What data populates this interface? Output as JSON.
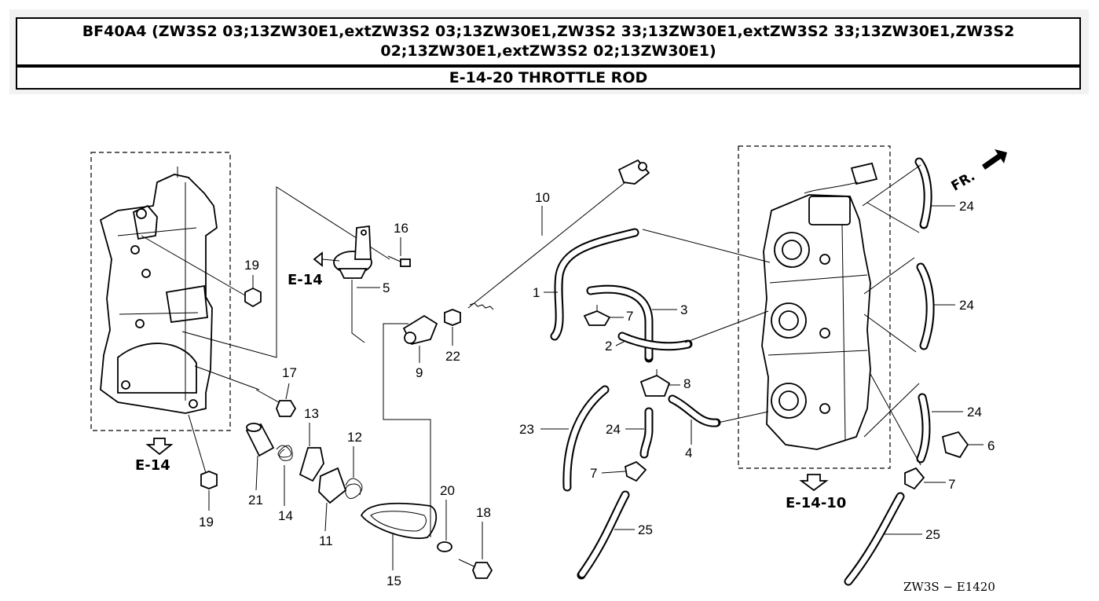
{
  "header": {
    "model_line": "BF40A4 (ZW3S2 03;13ZW30E1,extZW3S2 03;13ZW30E1,ZW3S2 33;13ZW30E1,extZW3S2 33;13ZW30E1,ZW3S2 02;13ZW30E1,extZW3S2 02;13ZW30E1)",
    "section_title": "E-14-20 THROTTLE ROD"
  },
  "diagram": {
    "refs": {
      "e14_upper": "E-14",
      "e14_lower": "E-14",
      "e1410": "E-14-10"
    },
    "front_marker": "FR.",
    "drawing_code": "ZW3S − E1420",
    "part_numbers": {
      "p1": "1",
      "p2": "2",
      "p3": "3",
      "p4": "4",
      "p5": "5",
      "p6": "6",
      "p7a": "7",
      "p7b": "7",
      "p7c": "7",
      "p8": "8",
      "p9": "9",
      "p10": "10",
      "p11": "11",
      "p12": "12",
      "p13": "13",
      "p14": "14",
      "p15": "15",
      "p16": "16",
      "p17": "17",
      "p18": "18",
      "p19a": "19",
      "p19b": "19",
      "p20": "20",
      "p21": "21",
      "p22": "22",
      "p23": "23",
      "p24a": "24",
      "p24b": "24",
      "p24c": "24",
      "p24d": "24",
      "p25a": "25",
      "p25b": "25"
    }
  }
}
